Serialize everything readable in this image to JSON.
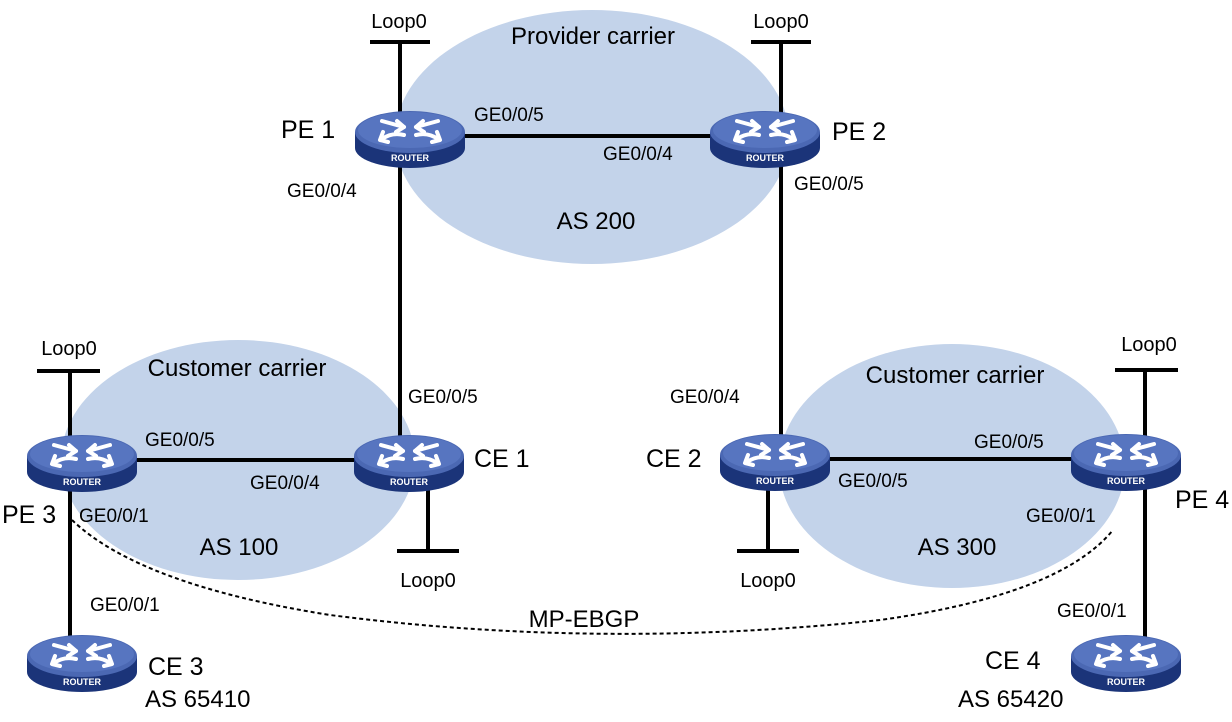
{
  "colors": {
    "as_cloud": "#c3d3ea",
    "router_top": "#4b68b3",
    "router_side": "#1b3479",
    "link": "#000000"
  },
  "areas": {
    "provider": {
      "title": "Provider carrier",
      "as": "AS 200"
    },
    "customer_left": {
      "title": "Customer carrier",
      "as": "AS 100"
    },
    "customer_right": {
      "title": "Customer carrier",
      "as": "AS 300"
    }
  },
  "routers": {
    "pe1": {
      "name": "PE 1",
      "badge": "ROUTER",
      "loopback": "Loop0"
    },
    "pe2": {
      "name": "PE 2",
      "badge": "ROUTER",
      "loopback": "Loop0"
    },
    "pe3": {
      "name": "PE 3",
      "badge": "ROUTER",
      "loopback": "Loop0"
    },
    "pe4": {
      "name": "PE 4",
      "badge": "ROUTER",
      "loopback": "Loop0"
    },
    "ce1": {
      "name": "CE 1",
      "badge": "ROUTER",
      "loopback": "Loop0"
    },
    "ce2": {
      "name": "CE 2",
      "badge": "ROUTER",
      "loopback": "Loop0"
    },
    "ce3": {
      "name": "CE 3",
      "badge": "ROUTER",
      "as": "AS 65410"
    },
    "ce4": {
      "name": "CE 4",
      "badge": "ROUTER",
      "as": "AS 65420"
    }
  },
  "interfaces": {
    "pe1_to_pe2": "GE0/0/5",
    "pe2_to_pe1": "GE0/0/4",
    "pe1_to_ce1": "GE0/0/4",
    "pe2_to_ce2": "GE0/0/5",
    "ce1_to_pe1": "GE0/0/5",
    "ce1_to_pe3": "GE0/0/4",
    "pe3_to_ce1": "GE0/0/5",
    "pe3_to_ce3": "GE0/0/1",
    "ce3_to_pe3": "GE0/0/1",
    "ce2_to_pe2": "GE0/0/4",
    "ce2_to_pe4": "GE0/0/5",
    "pe4_to_ce2": "GE0/0/5",
    "pe4_to_ce4": "GE0/0/1",
    "ce4_to_pe4": "GE0/0/1"
  },
  "session": {
    "label": "MP-EBGP"
  }
}
